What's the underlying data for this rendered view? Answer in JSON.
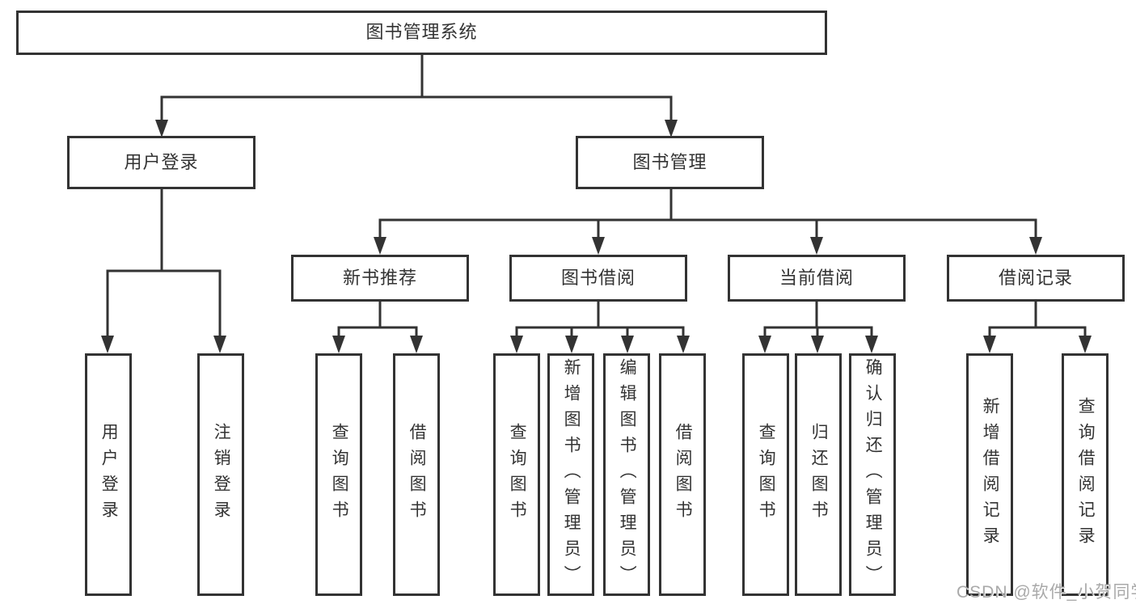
{
  "diagram": {
    "type": "hierarchy-tree",
    "root": {
      "label": "图书管理系统"
    },
    "level2": [
      {
        "label": "用户登录"
      },
      {
        "label": "图书管理"
      }
    ],
    "level3": [
      {
        "label": "新书推荐"
      },
      {
        "label": "图书借阅"
      },
      {
        "label": "当前借阅"
      },
      {
        "label": "借阅记录"
      }
    ],
    "leaves": [
      {
        "label": "用户登录"
      },
      {
        "label": "注销登录"
      },
      {
        "label": "查询图书"
      },
      {
        "label": "借阅图书"
      },
      {
        "label": "查询图书"
      },
      {
        "label": "新增图书（管理员）"
      },
      {
        "label": "编辑图书（管理员）"
      },
      {
        "label": "借阅图书"
      },
      {
        "label": "查询图书"
      },
      {
        "label": "归还图书"
      },
      {
        "label": "确认归还（管理员）"
      },
      {
        "label": "新增借阅记录"
      },
      {
        "label": "查询借阅记录"
      }
    ],
    "hierarchy": {
      "图书管理系统": {
        "用户登录": [
          "用户登录",
          "注销登录"
        ],
        "图书管理": {
          "新书推荐": [
            "查询图书",
            "借阅图书"
          ],
          "图书借阅": [
            "查询图书",
            "新增图书（管理员）",
            "编辑图书（管理员）",
            "借阅图书"
          ],
          "当前借阅": [
            "查询图书",
            "归还图书",
            "确认归还（管理员）"
          ],
          "借阅记录": [
            "新增借阅记录",
            "查询借阅记录"
          ]
        }
      }
    },
    "colors": {
      "line": "#333333",
      "text": "#333333",
      "background": "#ffffff",
      "watermark": "#a9a9a9"
    }
  },
  "watermark": {
    "text": "CSDN @软件_小贺同学"
  }
}
